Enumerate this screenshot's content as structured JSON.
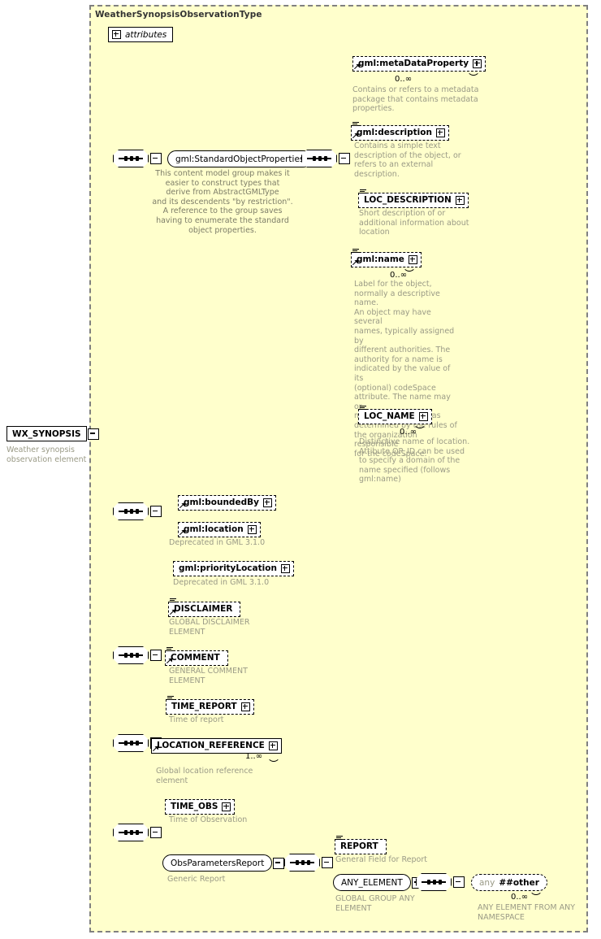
{
  "diagram": {
    "kind": "xml-schema-tree",
    "type_container_title": "WeatherSynopsisObservationType",
    "root_element": {
      "name": "WX_SYNOPSIS",
      "annotation": "Weather synopsis\nobservation element",
      "expander": "minus"
    },
    "attributes_node": {
      "label": "attributes",
      "expander": "plus"
    },
    "colors": {
      "container_fill": "#ffffcc",
      "container_border": "#808080",
      "node_fill": "#ffffff",
      "node_border": "#000000",
      "shadow": "#b0b0b0",
      "annotation_text": "#9a9a86",
      "title_text": "#333333"
    },
    "nodes": {
      "standard_object_properties": {
        "label": "gml:StandardObjectProperties",
        "annotation": "This content model group makes it\neasier to construct types that\n      derive from AbstractGMLType\nand its descendents \"by restriction\".\n      A reference to the group saves\nhaving to enumerate the standard\nobject properties."
      },
      "metadata_property": {
        "label": "gml:metaDataProperty",
        "occurrence": "0..∞",
        "annotation": "Contains or refers to a metadata\npackage that contains metadata\nproperties."
      },
      "description": {
        "label": "gml:description",
        "annotation": "Contains a simple text\ndescription of the object, or\nrefers to an external\ndescription."
      },
      "loc_description": {
        "label": "LOC_DESCRIPTION",
        "annotation": "Short description of or\nadditional information about\nlocation"
      },
      "name": {
        "label": "gml:name",
        "occurrence": "0..∞",
        "annotation": "Label for the object,\nnormally a descriptive name.\nAn object may have several\nnames, typically assigned by\ndifferent authorities.  The\nauthority for a name is\nindicated by the value of its\n(optional) codeSpace\nattribute.  The name may or\nmay not be unique, as\ndetermined by the rules of\nthe organization responsible\nfor the codeSpace."
      },
      "loc_name": {
        "label": "LOC_NAME",
        "occurrence": "0..∞",
        "annotation": "Distinctive name of location.\nAttibute OP_ID can be used\nto specify a domain of the\nname specified (follows\ngml:name)"
      },
      "bounded_by": {
        "label": "gml:boundedBy",
        "annotation": ""
      },
      "location": {
        "label": "gml:location",
        "annotation": "Deprecated in GML 3.1.0"
      },
      "priority_location": {
        "label": "gml:priorityLocation",
        "annotation": "Deprecated in GML 3.1.0"
      },
      "disclaimer": {
        "label": "DISCLAIMER",
        "annotation": "GLOBAL DISCLAIMER\nELEMENT"
      },
      "comment": {
        "label": "COMMENT",
        "annotation": "GENERAL COMMENT\nELEMENT"
      },
      "time_report": {
        "label": "TIME_REPORT",
        "annotation": "Time of report"
      },
      "location_reference": {
        "label": "LOCATION_REFERENCE",
        "occurrence": "1..∞",
        "annotation": "Global location reference\nelement"
      },
      "time_obs": {
        "label": "TIME_OBS",
        "annotation": "Time of Observation"
      },
      "obs_parameters_report": {
        "label": "ObsParametersReport",
        "annotation": "Generic Report"
      },
      "report": {
        "label": "REPORT",
        "annotation": "General Field for Report"
      },
      "any_element": {
        "label": "ANY_ELEMENT",
        "annotation": "GLOBAL GROUP ANY\nELEMENT"
      },
      "any_other": {
        "label_prefix": "any",
        "label": "##other",
        "occurrence": "0..∞",
        "annotation": "ANY ELEMENT FROM ANY\nNAMESPACE"
      }
    }
  }
}
